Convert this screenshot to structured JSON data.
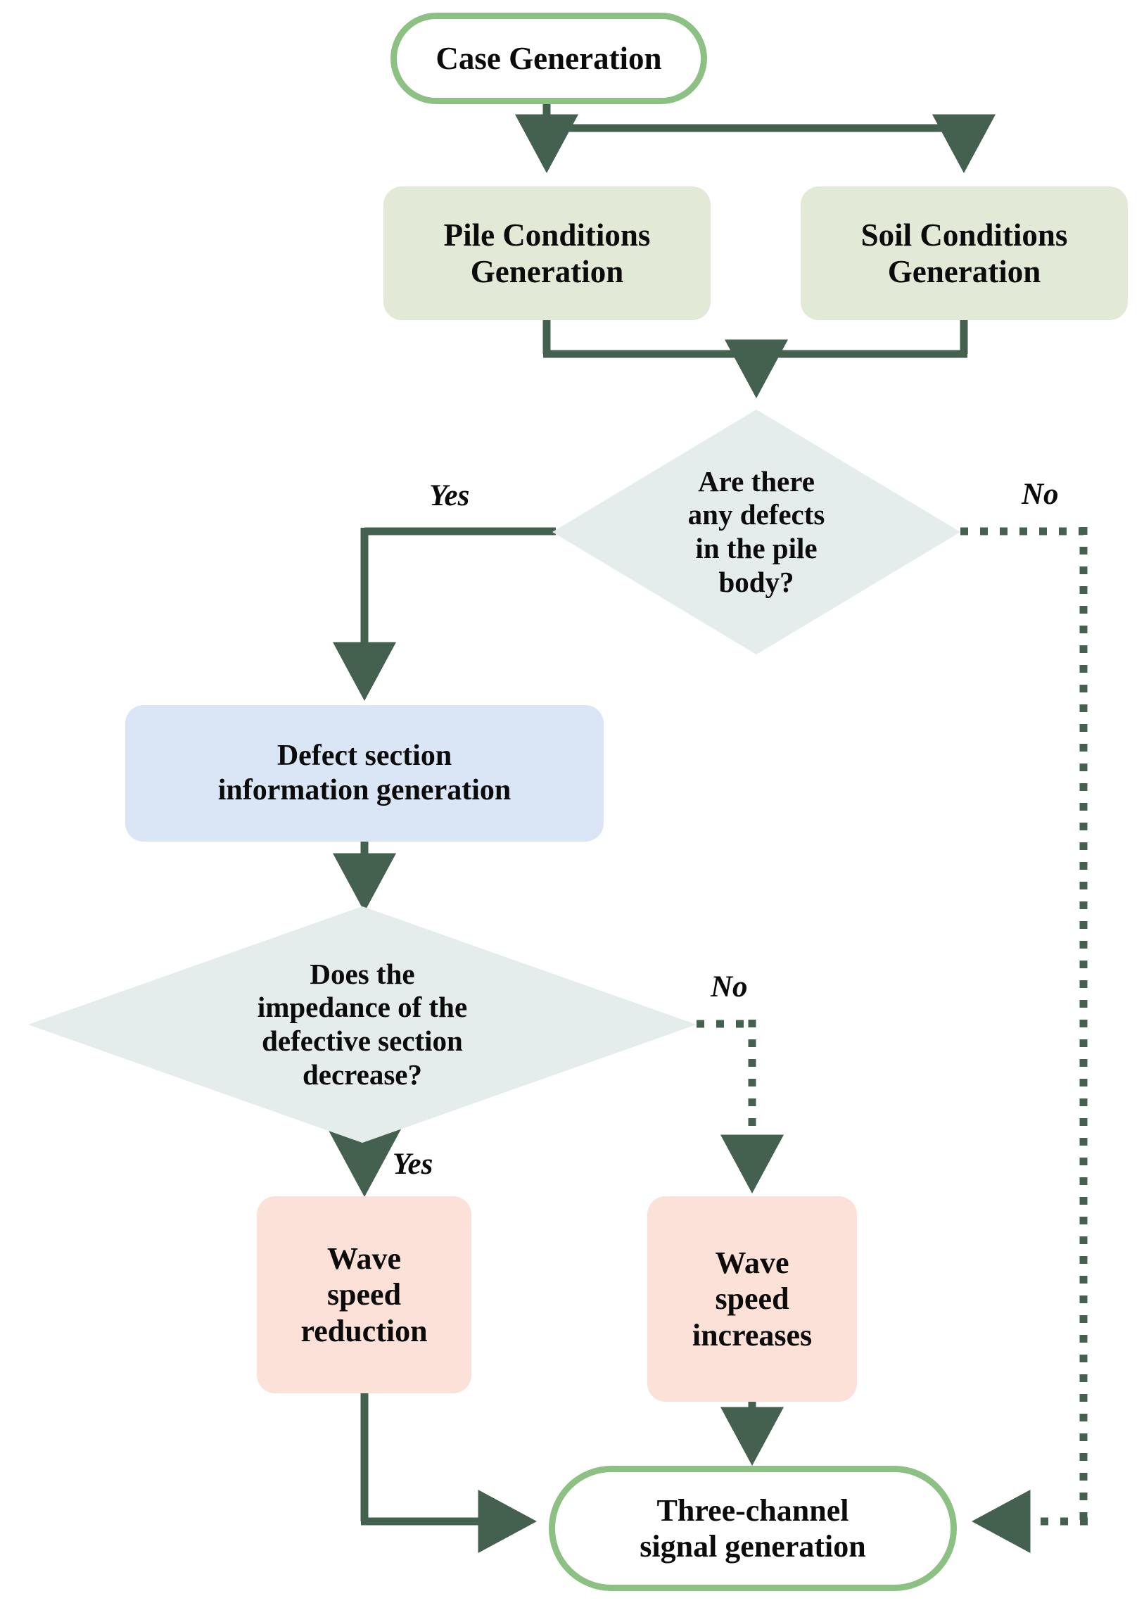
{
  "diagram": {
    "title": "Case Generation",
    "type": "flowchart",
    "colors": {
      "terminal_border": "#8cc183",
      "terminal_fill": "#ffffff",
      "process_sage": "#e3e9d7",
      "process_blue": "#dae6f6",
      "process_pink": "#fbe1d7",
      "decision_fill": "#e5ecec",
      "connector_solid": "#44604f",
      "connector_dotted": "#44604f",
      "text": "#0b0b0b",
      "background": "#ffffff"
    },
    "nodes": [
      {
        "id": "case_generation",
        "shape": "terminal",
        "label": "Case Generation"
      },
      {
        "id": "pile_conditions",
        "shape": "process",
        "label": "Pile Conditions\nGeneration"
      },
      {
        "id": "pile_conditions_l1",
        "shape": "process",
        "label": "Pile Conditions"
      },
      {
        "id": "pile_conditions_l2",
        "shape": "process",
        "label": "Generation"
      },
      {
        "id": "soil_conditions_l1",
        "shape": "process",
        "label": "Soil Conditions"
      },
      {
        "id": "soil_conditions_l2",
        "shape": "process",
        "label": "Generation"
      },
      {
        "id": "defects_question",
        "shape": "decision",
        "label": "Are there\nany defects\nin the pile\nbody?"
      },
      {
        "id": "defect_section",
        "shape": "process",
        "label": "Defect section\ninformation generation"
      },
      {
        "id": "impedance_question",
        "shape": "decision",
        "label": "Does the\nimpedance of the\ndefective section\ndecrease?"
      },
      {
        "id": "wave_reduction",
        "shape": "process",
        "label": "Wave\nspeed\nreduction"
      },
      {
        "id": "wave_increase",
        "shape": "process",
        "label": "Wave\nspeed\nincreases"
      },
      {
        "id": "three_channel",
        "shape": "terminal",
        "label": "Three-channel\nsignal generation"
      }
    ],
    "node_text": {
      "case_generation": "Case Generation",
      "pile_line1": "Pile Conditions",
      "pile_line2": "Generation",
      "soil_line1": "Soil Conditions",
      "soil_line2": "Generation",
      "defects_q_line1": "Are there",
      "defects_q_line2": "any defects",
      "defects_q_line3": "in the pile",
      "defects_q_line4": "body?",
      "defect_section_line1": "Defect section",
      "defect_section_line2": "information generation",
      "impedance_q_line1": "Does the",
      "impedance_q_line2": "impedance of the",
      "impedance_q_line3": "defective section",
      "impedance_q_line4": "decrease?",
      "wave_reduction_line1": "Wave",
      "wave_reduction_line2": "speed",
      "wave_reduction_line3": "reduction",
      "wave_increase_line1": "Wave",
      "wave_increase_line2": "speed",
      "wave_increase_line3": "increases",
      "three_channel_line1": "Three-channel",
      "three_channel_line2": "signal generation"
    },
    "edge_labels": {
      "defects_yes": "Yes",
      "defects_no": "No",
      "impedance_yes": "Yes",
      "impedance_no": "No"
    },
    "edges": [
      {
        "from": "case_generation",
        "to": "pile_conditions",
        "style": "solid",
        "label": ""
      },
      {
        "from": "case_generation",
        "to": "soil_conditions",
        "style": "solid",
        "label": ""
      },
      {
        "from": "pile_conditions",
        "to": "defects_question",
        "style": "solid",
        "label": ""
      },
      {
        "from": "soil_conditions",
        "to": "defects_question",
        "style": "solid",
        "label": ""
      },
      {
        "from": "defects_question",
        "to": "defect_section",
        "style": "solid",
        "label": "Yes"
      },
      {
        "from": "defects_question",
        "to": "three_channel",
        "style": "dotted",
        "label": "No"
      },
      {
        "from": "defect_section",
        "to": "impedance_question",
        "style": "solid",
        "label": ""
      },
      {
        "from": "impedance_question",
        "to": "wave_reduction",
        "style": "solid",
        "label": "Yes"
      },
      {
        "from": "impedance_question",
        "to": "wave_increase",
        "style": "dotted",
        "label": "No"
      },
      {
        "from": "wave_reduction",
        "to": "three_channel",
        "style": "solid",
        "label": ""
      },
      {
        "from": "wave_increase",
        "to": "three_channel",
        "style": "dotted",
        "label": ""
      }
    ]
  }
}
